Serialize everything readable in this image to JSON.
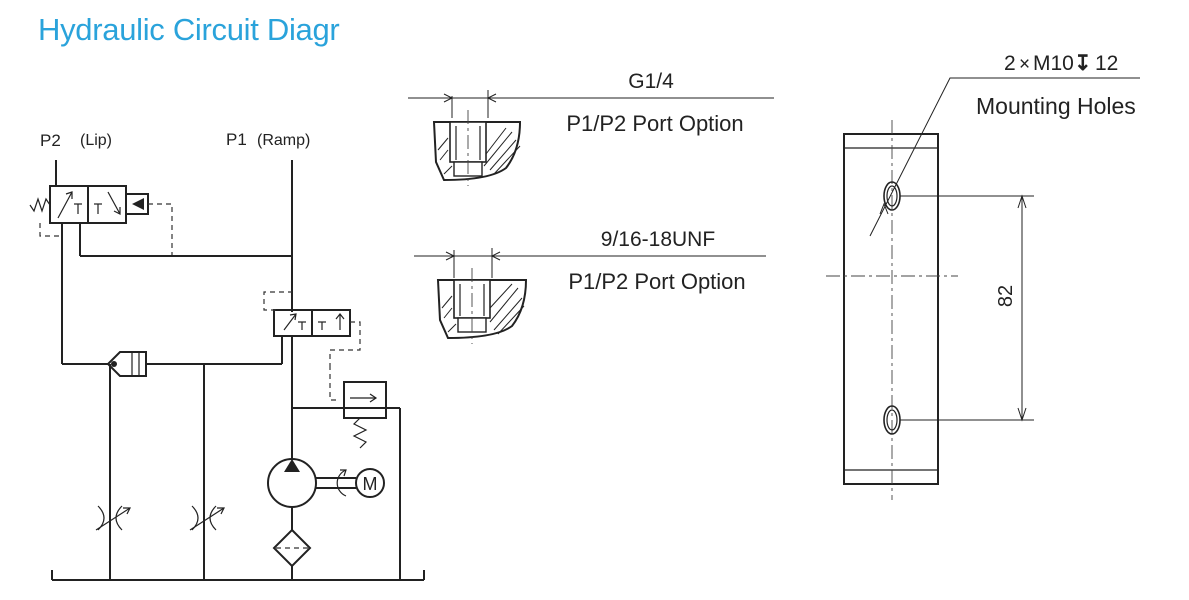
{
  "title": "Hydraulic Circuit Diagr",
  "circuit": {
    "p2_label": "P2",
    "p2_sub": "(Lip)",
    "p1_label": "P1",
    "p1_sub": "(Ramp)",
    "motor_label": "M"
  },
  "ports": [
    {
      "thread": "G1/4",
      "caption": "P1/P2 Port Option"
    },
    {
      "thread": "9/16-18UNF",
      "caption": "P1/P2 Port Option"
    }
  ],
  "mounting": {
    "spec_count": "2",
    "spec_times": "×",
    "spec_thread": "M10",
    "spec_depth_symbol": "↧",
    "spec_depth": "12",
    "holes_label": "Mounting Holes",
    "spacing": "82"
  },
  "colors": {
    "title": "#2aa3db",
    "lines": "#222222"
  }
}
